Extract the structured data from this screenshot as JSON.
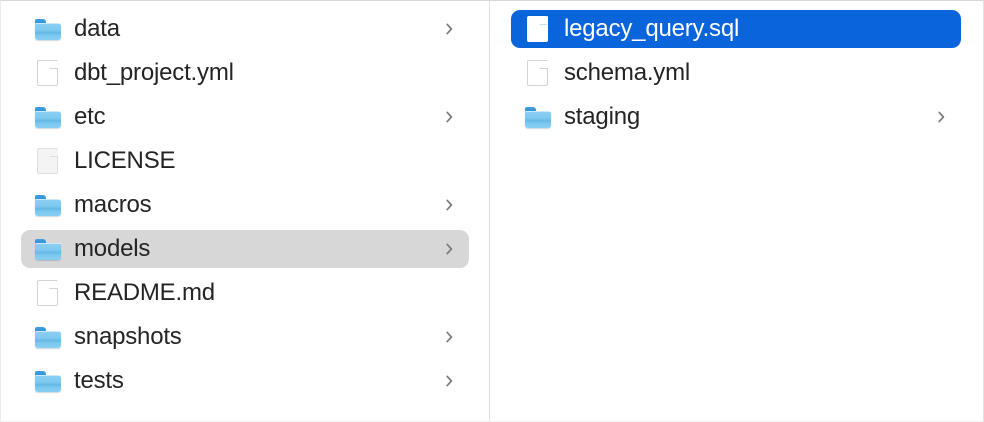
{
  "window": {
    "kind": "finder-column-view",
    "background": "#ffffff",
    "divider_color": "#e0e0e1"
  },
  "selection": {
    "gray_highlight_color": "#d7d7d7",
    "blue_highlight_color": "#0a64dc",
    "selected_label_color": "#ffffff"
  },
  "columns": [
    {
      "name": "parent-column",
      "items": [
        {
          "label": "data",
          "icon": "folder-icon",
          "type": "folder",
          "has_chevron": true,
          "state": "normal"
        },
        {
          "label": "dbt_project.yml",
          "icon": "document-icon",
          "type": "file",
          "has_chevron": false,
          "state": "normal"
        },
        {
          "label": "etc",
          "icon": "folder-icon",
          "type": "folder",
          "has_chevron": true,
          "state": "normal"
        },
        {
          "label": "LICENSE",
          "icon": "plain-document-icon",
          "type": "file",
          "has_chevron": false,
          "state": "normal"
        },
        {
          "label": "macros",
          "icon": "folder-icon",
          "type": "folder",
          "has_chevron": true,
          "state": "normal"
        },
        {
          "label": "models",
          "icon": "folder-icon",
          "type": "folder",
          "has_chevron": true,
          "state": "selected-inactive"
        },
        {
          "label": "README.md",
          "icon": "document-icon",
          "type": "file",
          "has_chevron": false,
          "state": "normal"
        },
        {
          "label": "snapshots",
          "icon": "folder-icon",
          "type": "folder",
          "has_chevron": true,
          "state": "normal"
        },
        {
          "label": "tests",
          "icon": "folder-icon",
          "type": "folder",
          "has_chevron": true,
          "state": "normal"
        }
      ]
    },
    {
      "name": "child-column",
      "items": [
        {
          "label": "legacy_query.sql",
          "icon": "document-icon",
          "type": "file",
          "has_chevron": false,
          "state": "selected-active"
        },
        {
          "label": "schema.yml",
          "icon": "document-icon",
          "type": "file",
          "has_chevron": false,
          "state": "normal"
        },
        {
          "label": "staging",
          "icon": "folder-icon",
          "type": "folder",
          "has_chevron": true,
          "state": "normal"
        }
      ]
    }
  ]
}
